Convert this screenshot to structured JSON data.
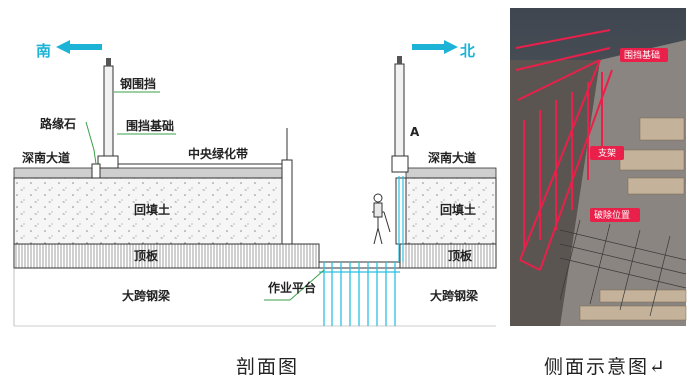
{
  "section": {
    "north_south": {
      "south": "南",
      "north": "北"
    },
    "labels": {
      "steel_fence": "钢围挡",
      "curb": "路缘石",
      "fence_foundation": "围挡基础",
      "shennan_left": "深南大道",
      "median": "中央绿化带",
      "point_a": "A",
      "shennan_right": "深南大道",
      "backfill_left": "回填土",
      "backfill_right": "回填土",
      "roof_left": "顶板",
      "roof_right": "顶板",
      "platform": "作业平台",
      "beam_left": "大跨钢梁",
      "beam_right": "大跨钢梁"
    },
    "caption": "剖面图"
  },
  "photo": {
    "tags": {
      "fence_foundation": "围挡基础",
      "support": "支架",
      "demolition": "破除位置"
    },
    "caption": "侧面示意图↵"
  },
  "colors": {
    "arrow": "#1cb3d6",
    "tag": "#e8204a",
    "rebar": "#2bc1e0"
  }
}
